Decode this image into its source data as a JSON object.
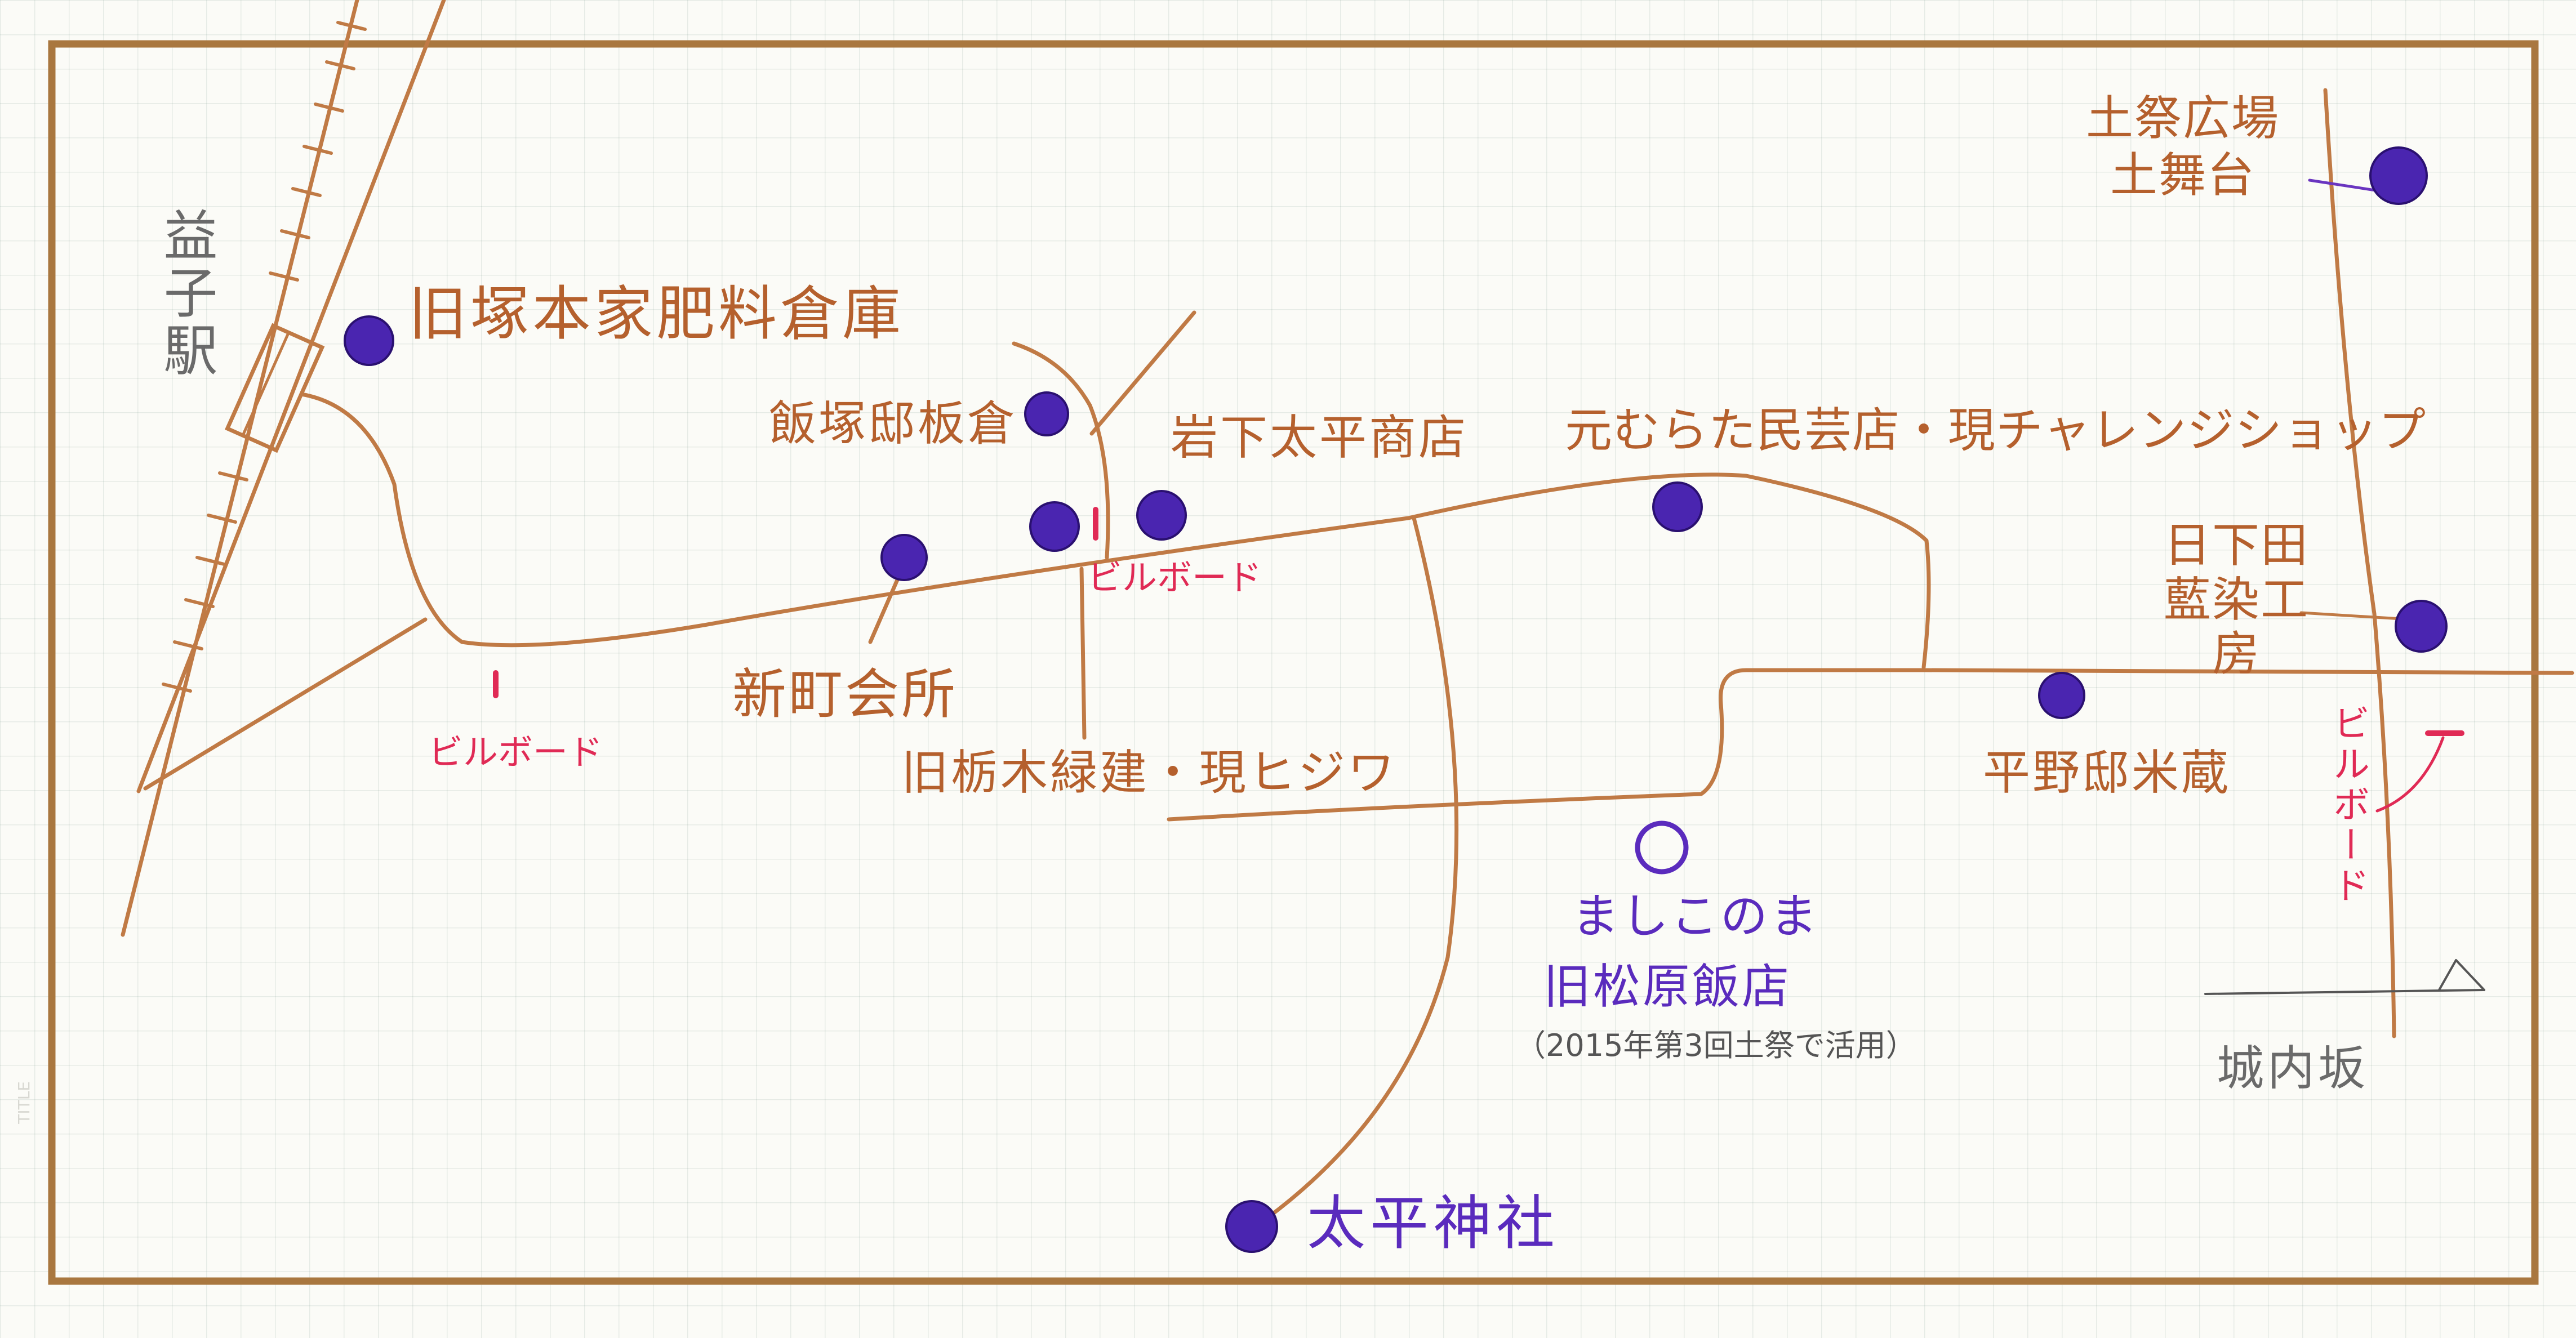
{
  "margin_title": "TITLE",
  "colors": {
    "frame": "#a9773f",
    "road": "#c07a45",
    "railway": "#c07a45",
    "label_brown": "#b5602d",
    "landmark_dot": "#4a25b0",
    "label_purple": "#5a2bbd",
    "billboard_red": "#e02a55"
  },
  "station": {
    "name": "益子駅"
  },
  "labels": {
    "fertilizer_warehouse": "旧塚本家肥料倉庫",
    "iizuka_board_warehouse": "飯塚邸板倉",
    "iwashita_shop": "岩下太平商店",
    "folk_craft_shop": "元むらた民芸店・現チャレンジショップ",
    "shinmachi_hall": "新町会所",
    "tochigi_building": "旧栃木緑建・現ヒジワ",
    "hirano_warehouse": "平野邸米蔵",
    "dye_workshop": "日下田藍染工房",
    "hiroba_stage": "土祭広場土舞台",
    "joukiri_slope": "城内坂"
  },
  "mashinoma": {
    "line1": "ましこのま",
    "line2": "旧松原飯店",
    "note": "（2015年第3回土祭で活用）"
  },
  "shrine": "太平神社",
  "billboard": "ビルボード"
}
